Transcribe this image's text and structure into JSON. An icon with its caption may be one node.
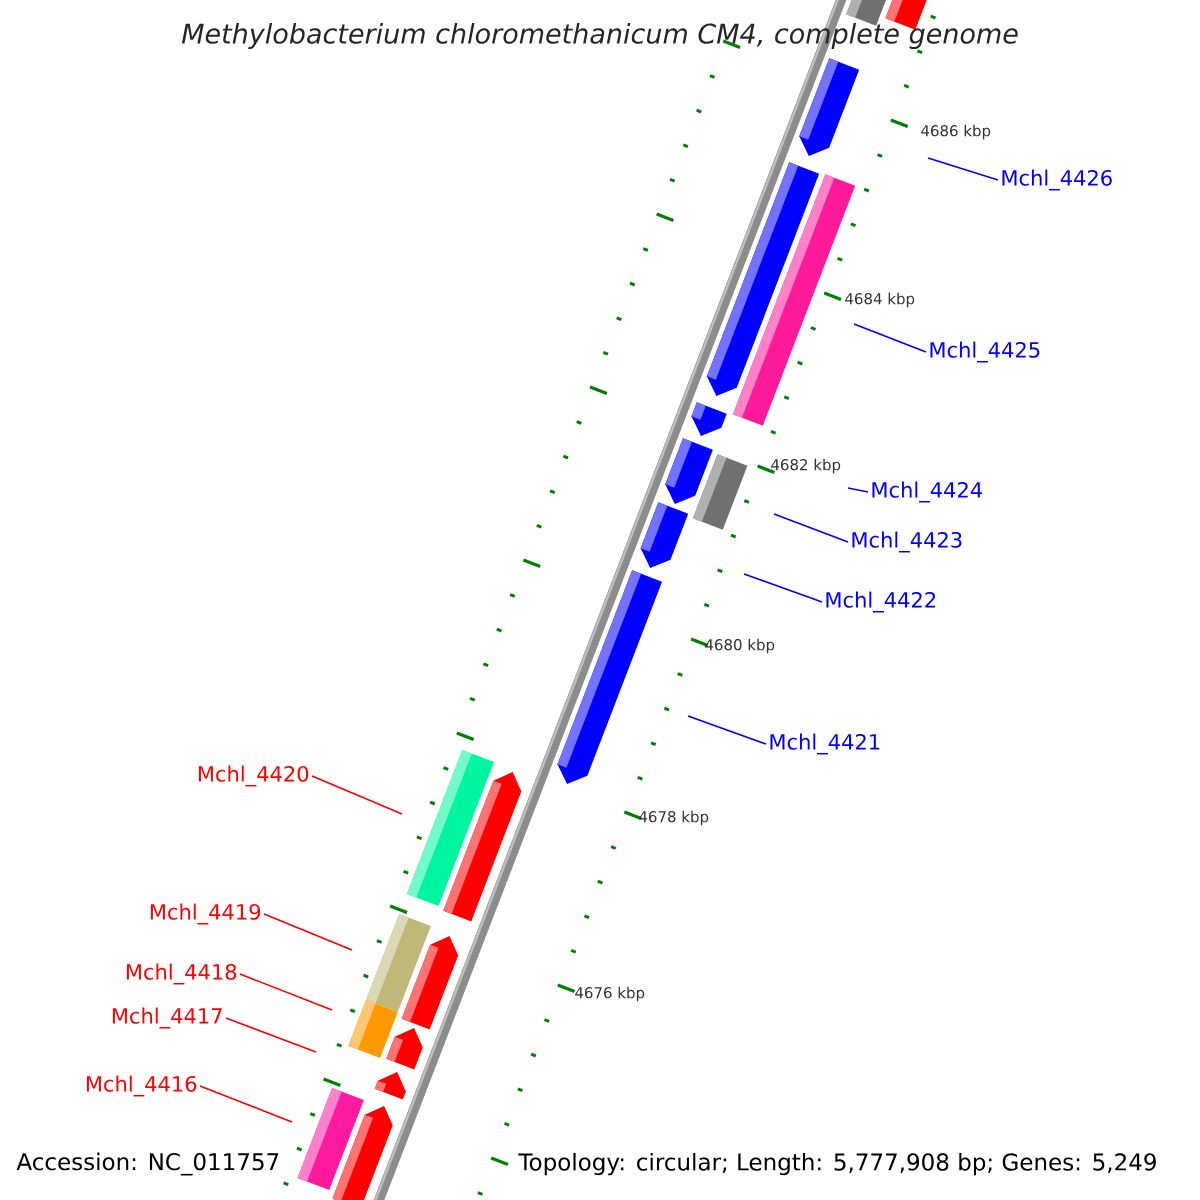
{
  "diagram": {
    "title": "Methylobacterium chloromethanicum CM4, complete genome",
    "nodes": [
      {
        "text": [
          "Mchl_4426"
        ]
      },
      {
        "text": [
          "Mchl_4425"
        ]
      },
      {
        "text": [
          "Mchl_4424"
        ]
      },
      {
        "text": [
          "Mchl_4423"
        ]
      },
      {
        "text": [
          "Mchl_4422"
        ]
      },
      {
        "text": [
          "Mchl_4421"
        ]
      },
      {
        "text": [
          "Mchl_4420"
        ]
      },
      {
        "text": [
          "Mchl_4419"
        ]
      },
      {
        "text": [
          "Mchl_4418"
        ]
      },
      {
        "text": [
          "Mchl_4417"
        ]
      },
      {
        "text": [
          "Mchl_4416"
        ]
      }
    ],
    "edges": [
      {
        "from": 0,
        "to": null,
        "arrow": "none"
      },
      {
        "from": 1,
        "to": null,
        "arrow": "none"
      },
      {
        "from": 2,
        "to": null,
        "arrow": "none"
      },
      {
        "from": 3,
        "to": null,
        "arrow": "none"
      },
      {
        "from": 4,
        "to": null,
        "arrow": "none"
      },
      {
        "from": 5,
        "to": null,
        "arrow": "none"
      },
      {
        "from": 6,
        "to": null,
        "arrow": "none",
        "color": "#ff0000"
      },
      {
        "from": 7,
        "to": null,
        "arrow": "none",
        "color": "#ff0000"
      },
      {
        "from": 8,
        "to": null,
        "arrow": "none",
        "color": "#ff0000"
      },
      {
        "from": 9,
        "to": null,
        "arrow": "none",
        "color": "#ff0000"
      },
      {
        "from": 10,
        "to": null,
        "arrow": "none",
        "color": "#ff0000"
      }
    ],
    "labels": [
      "4686 kbp",
      "4684 kbp",
      "4682 kbp",
      "4680 kbp",
      "4678 kbp",
      "4676 kbp",
      "Accession: NC_011757",
      "Topology: circular; Length: 5,777,908 bp; Genes: 5,249"
    ]
  }
}
